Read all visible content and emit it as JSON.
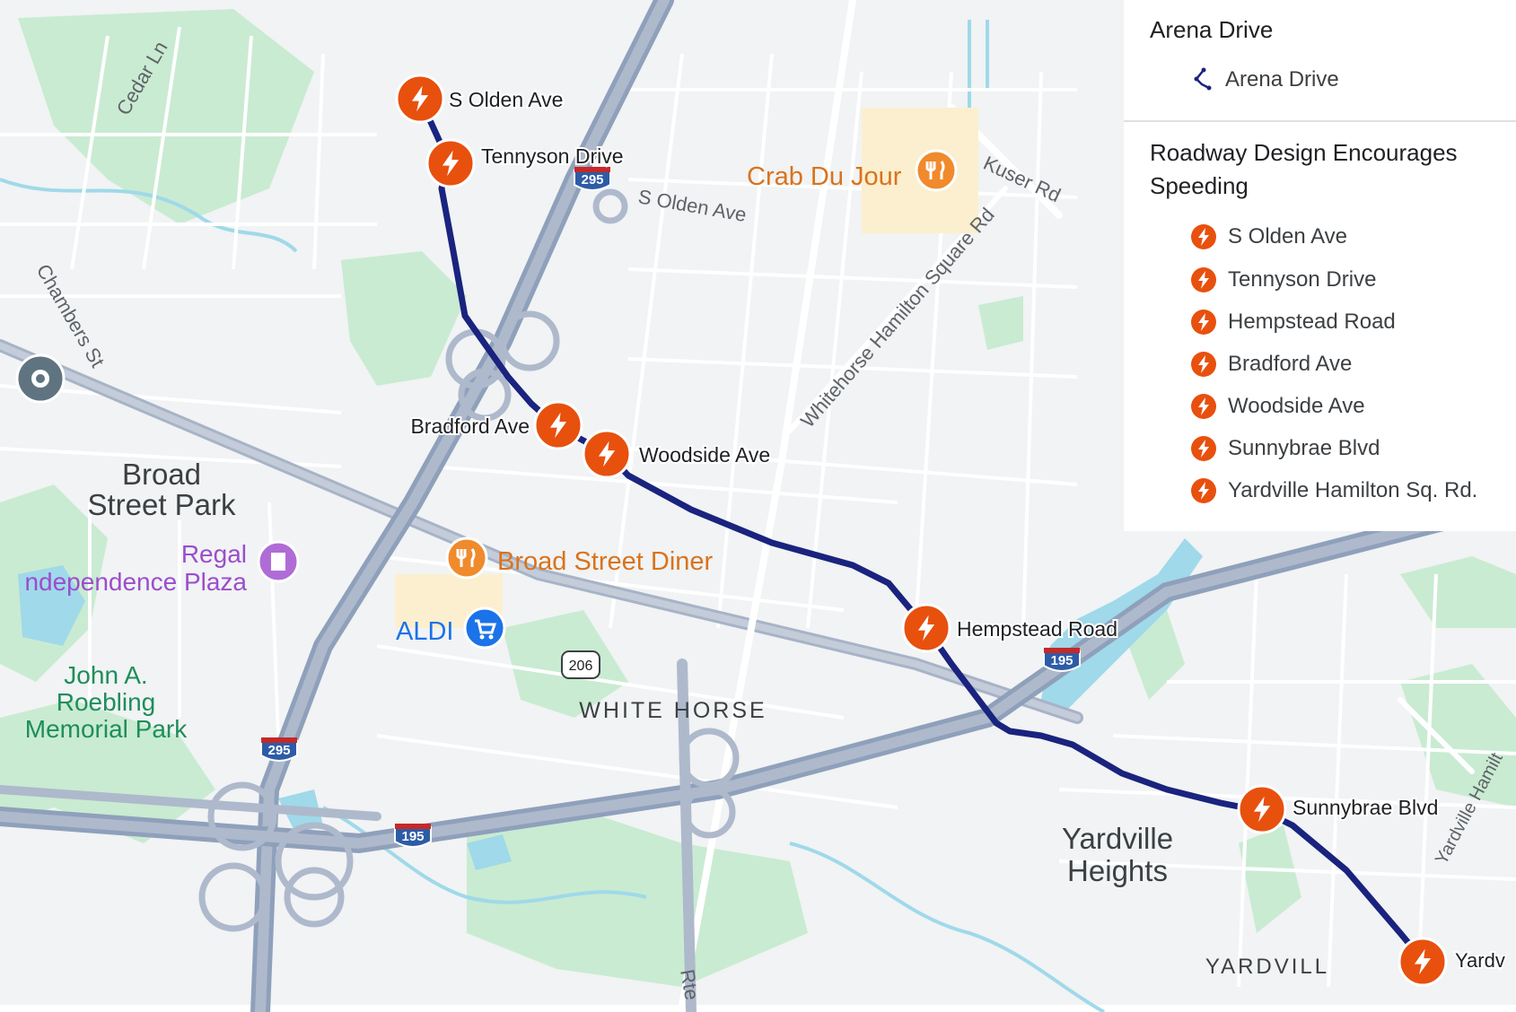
{
  "map": {
    "places": {
      "cedar_ln": "Cedar Ln",
      "chambers_st": "Chambers St",
      "broad_street_park_1": "Broad",
      "broad_street_park_2": "Street Park",
      "regal_1": "Regal",
      "regal_2": "ndependence Plaza",
      "roebling_1": "John A.",
      "roebling_2": "Roebling",
      "roebling_3": "Memorial Park",
      "crab_du_jour": "Crab Du Jour",
      "broad_street_diner": "Broad Street Diner",
      "aldi": "ALDI",
      "white_horse": "WHITE HORSE",
      "yardville_heights_1": "Yardville",
      "yardville_heights_2": "Heights",
      "yardville": "YARDVILL",
      "kuser_rd": "Kuser Rd",
      "whitehorse_hamilton": "Whitehorse Hamilton Square Rd",
      "s_olden_road_label": "S Olden Ave",
      "yardville_hamilton_road": "Yardville Hamilt",
      "rte": "Rte"
    },
    "shields": {
      "i295_top": "295",
      "i295_bottom": "295",
      "i195_left": "195",
      "i195_right": "195",
      "us206": "206"
    },
    "markers": [
      {
        "label": "S Olden Ave"
      },
      {
        "label": "Tennyson Drive"
      },
      {
        "label": "Bradford Ave"
      },
      {
        "label": "Woodside Ave"
      },
      {
        "label": "Hempstead Road"
      },
      {
        "label": "Sunnybrae Blvd"
      },
      {
        "label": "Yardv"
      }
    ],
    "route_color": "#1a237e",
    "marker_color": "#e8500e"
  },
  "legend": {
    "route_section_title": "Arena Drive",
    "route_item": {
      "icon": "route-icon",
      "label": "Arena Drive"
    },
    "hazard_section_title": "Roadway Design Encourages Speeding",
    "hazard_items": [
      {
        "icon": "bolt-icon",
        "label": "S Olden Ave"
      },
      {
        "icon": "bolt-icon",
        "label": "Tennyson Drive"
      },
      {
        "icon": "bolt-icon",
        "label": "Hempstead Road"
      },
      {
        "icon": "bolt-icon",
        "label": "Bradford Ave"
      },
      {
        "icon": "bolt-icon",
        "label": "Woodside Ave"
      },
      {
        "icon": "bolt-icon",
        "label": "Sunnybrae Blvd"
      },
      {
        "icon": "bolt-icon",
        "label": "Yardville Hamilton Sq. Rd."
      }
    ]
  }
}
